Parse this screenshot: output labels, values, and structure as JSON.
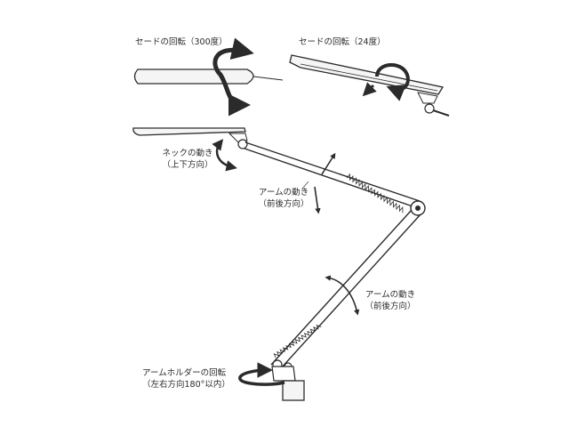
{
  "labels": {
    "shade_rotation_300": "セードの回転（300度）",
    "shade_rotation_24": "セードの回転（24度）",
    "neck_motion": "ネックの動き",
    "neck_direction": "（上下方向）",
    "upper_arm_motion": "アームの動き",
    "upper_arm_direction": "（前後方向）",
    "lower_arm_motion": "アームの動き",
    "lower_arm_direction": "（前後方向）",
    "arm_holder_rotation": "アームホルダーの回転",
    "arm_holder_direction": "（左右方向180°以内）"
  },
  "colors": {
    "line": "#2b2b2b",
    "lamp_fill": "#f5f5f5",
    "background": "#ffffff"
  }
}
